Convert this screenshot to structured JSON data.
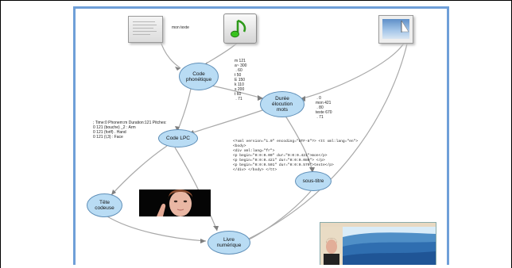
{
  "colors": {
    "node_fill": "#b9dcf4",
    "node_border": "#5f8fb8",
    "frame_border": "#6f9fd8",
    "edge": "#a9a9a9"
  },
  "icons": {
    "text_file": "text-document-icon",
    "audio_file": "music-note-icon",
    "image_file": "image-file-icon"
  },
  "labels": {
    "mon_texte": "mon texte"
  },
  "nodes": {
    "code_phonetique": "Code\nphonétique",
    "duree_elocution": "Durée\nélocution\nmots",
    "code_lpc": "Code LPC",
    "tete_codeuse": "Tête\ncodeuse",
    "sous_titre": "sous-titre",
    "livre_numerique": "Livre\nnumérique"
  },
  "texts": {
    "phonemes": "m 121\na~ 300\n . 60\nt 50\nE 150\nk 110\ns 200\nt 60\n . 71",
    "word_durations": " . 0\nmon 421\n . 80\ntexte 670\n . 71",
    "lpc_codes": "; Time:0 Phonem:m Duration:121 Pitches:\n0 121 (bouche) _2 : Arm\n0 121 (forlf) . Hand\n0 121 (l,3) : Face",
    "xml_subtitles": "<?xml version=\"1.0\" encoding=\"UTF-8\"?> <tt xml:lang=\"en\">\n<body>\n<div xml:lang=\"fr\">\n<p begin=\"0:0:0.00\" dur=\"0:0:0.421\">mon</p>\n<p begin=\"0:0:0.421\" dur=\"0:0:0.080\"> </p>\n<p begin=\"0:0:0.501\" dur=\"0:0:0.570\">texte</p>\n</div> </body> </tt>"
  }
}
